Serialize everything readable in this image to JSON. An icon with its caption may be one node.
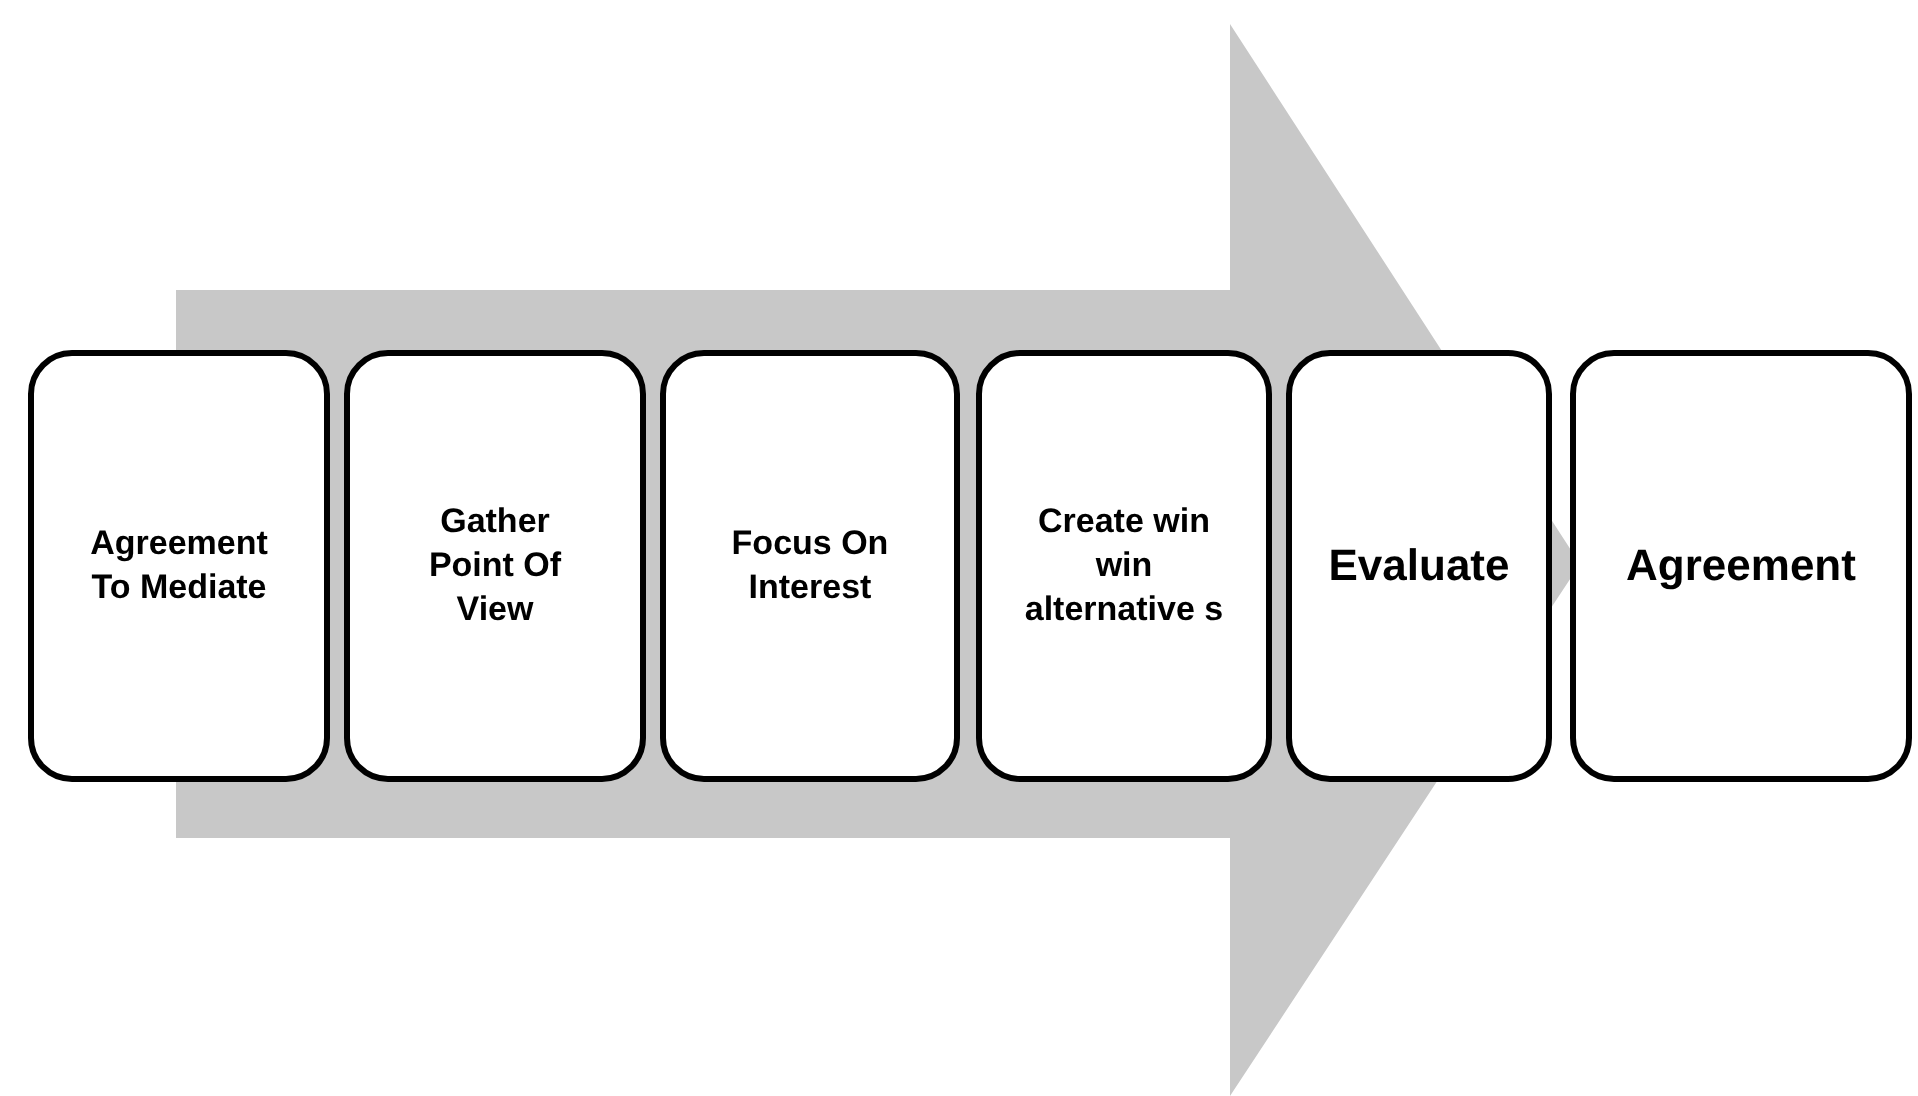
{
  "diagram": {
    "nodes": [
      {
        "text": [
          "Agreement To Mediate"
        ]
      },
      {
        "text": [
          "Gather Point Of View"
        ]
      },
      {
        "text": [
          "Focus On Interest"
        ]
      },
      {
        "text": [
          "Create win win alternative s"
        ]
      },
      {
        "text": [
          "Evaluate"
        ]
      },
      {
        "text": [
          "Agreement"
        ]
      }
    ],
    "edges": [
      {
        "from": 0,
        "to": 5,
        "arrow": "to",
        "style": "thick"
      }
    ]
  }
}
